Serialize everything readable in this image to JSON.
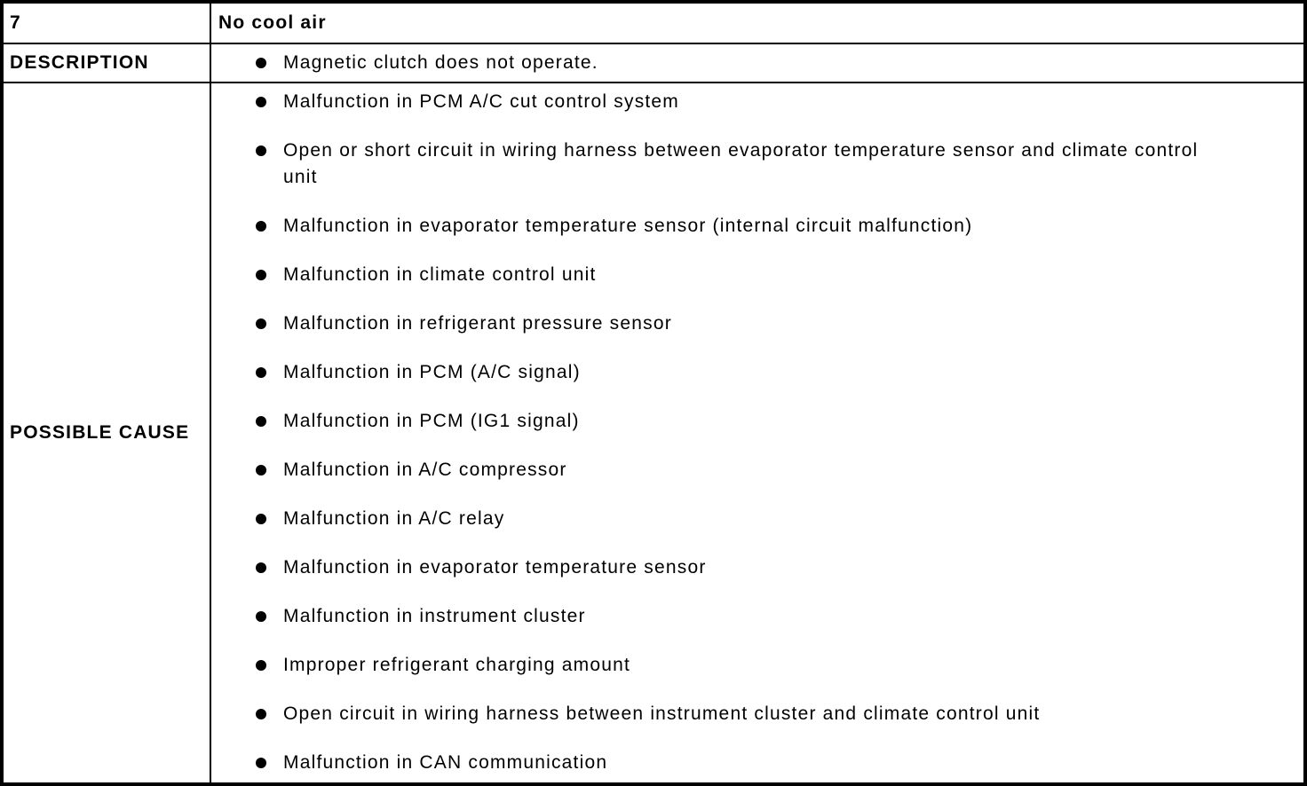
{
  "table": {
    "item_number": "7",
    "symptom_title": "No cool air",
    "description": {
      "label": "DESCRIPTION",
      "items": [
        "Magnetic clutch does not operate."
      ]
    },
    "possible_cause": {
      "label": "POSSIBLE CAUSE",
      "items": [
        "Malfunction in PCM A/C cut control system",
        "Open or short circuit in wiring harness between evaporator temperature sensor and climate control unit",
        "Malfunction in evaporator temperature sensor (internal circuit malfunction)",
        "Malfunction in climate control unit",
        "Malfunction in refrigerant pressure sensor",
        "Malfunction in PCM (A/C signal)",
        "Malfunction in PCM (IG1 signal)",
        "Malfunction in A/C compressor",
        "Malfunction in A/C relay",
        "Malfunction in evaporator temperature sensor",
        "Malfunction in instrument cluster",
        "Improper refrigerant charging amount",
        "Open circuit in wiring harness between instrument cluster and climate control unit",
        "Malfunction in CAN communication"
      ]
    }
  },
  "colors": {
    "background": "#ffffff",
    "text": "#000000",
    "border": "#000000"
  }
}
